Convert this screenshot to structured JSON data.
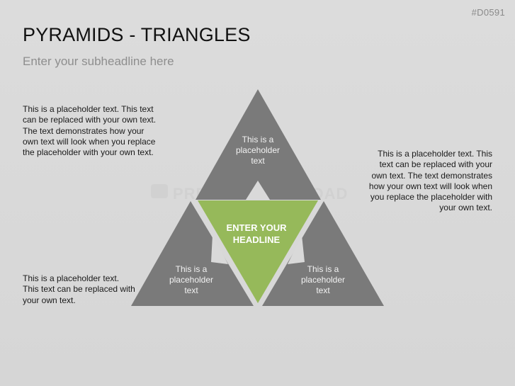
{
  "slide": {
    "id": "#D0591",
    "title": "PYRAMIDS - TRIANGLES",
    "subtitle": "Enter your subheadline here"
  },
  "texts": {
    "left_top": "This is a placeholder text. This text can be replaced with your own text. The text demonstrates how your own text will look when you replace the placeholder with your own text.",
    "right": "This is a placeholder text. This text can be replaced with your own text. The text demonstrates how your own text will look when you replace the placeholder with your own text.",
    "left_bottom": "This is a placeholder text. This text can be replaced with your own text."
  },
  "diagram": {
    "top": {
      "line1": "This is a",
      "line2": "placeholder",
      "line3": "text"
    },
    "bottom_left": {
      "line1": "This is a",
      "line2": "placeholder",
      "line3": "text"
    },
    "bottom_right": {
      "line1": "This is a",
      "line2": "placeholder",
      "line3": "text"
    },
    "center": {
      "line1": "ENTER YOUR",
      "line2": "HEADLINE"
    }
  },
  "watermark": {
    "text": "PRESENTATIONLOAD"
  },
  "colors": {
    "triangle_gray": "#7a7a7a",
    "center_green": "#96b95a",
    "gap": "#d9d9d9"
  }
}
